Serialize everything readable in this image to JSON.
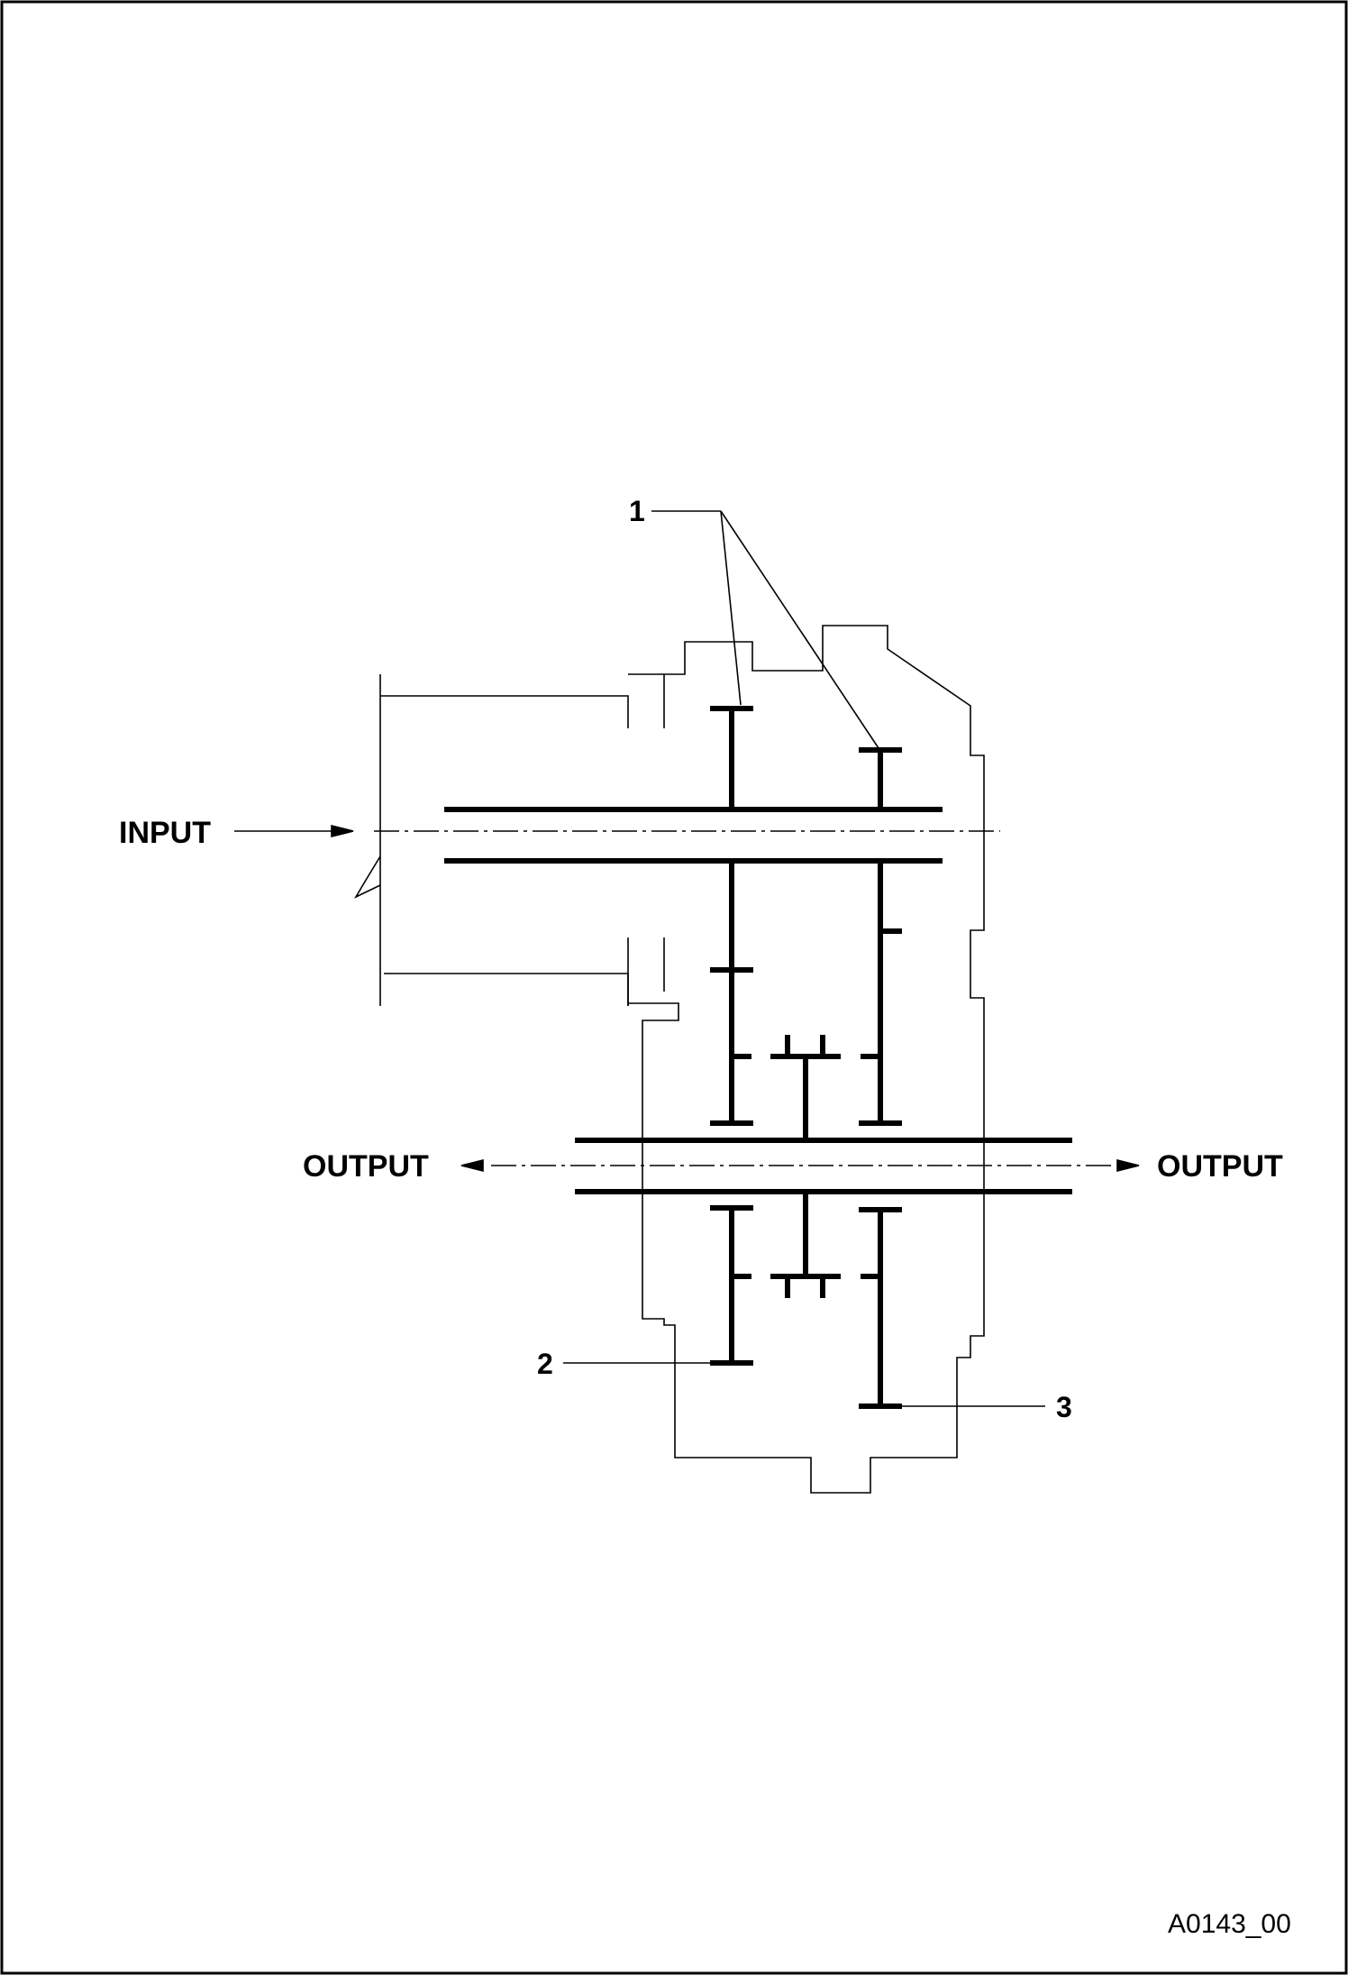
{
  "labels": {
    "input": "INPUT",
    "output_left": "OUTPUT",
    "output_right": "OUTPUT"
  },
  "callouts": {
    "c1": "1",
    "c2": "2",
    "c3": "3"
  },
  "figure_code": "A0143_00",
  "colors": {
    "line": "#000000",
    "background": "#ffffff"
  }
}
